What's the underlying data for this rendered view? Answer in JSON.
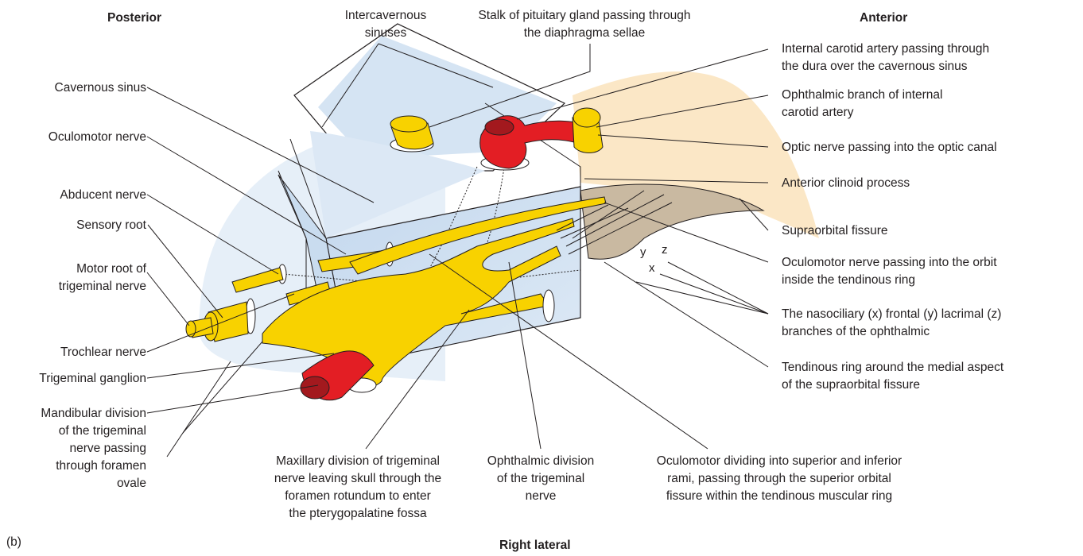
{
  "figure": {
    "panel_label": "(b)",
    "orientation": {
      "posterior": "Posterior",
      "anterior": "Anterior",
      "bottom": "Right lateral"
    },
    "colors": {
      "nerve": "#f8d200",
      "artery": "#e31e24",
      "sinus": "#c9dcef",
      "bone": "#fbe7c6",
      "fissure": "#c9b9a1"
    },
    "left_labels": [
      "Cavernous sinus",
      "Oculomotor nerve",
      "Abducent nerve",
      "Sensory root",
      "Motor root of",
      "trigeminal nerve",
      "Trochlear nerve",
      "Trigeminal ganglion",
      "Mandibular division",
      "of the trigeminal",
      "nerve passing",
      "through foramen",
      "ovale"
    ],
    "top_labels": [
      "Intercavernous",
      "sinuses",
      "Stalk of pituitary gland passing through",
      "the diaphragma sellae"
    ],
    "right_labels": [
      "Internal carotid artery passing through",
      "the dura over the cavernous sinus",
      "Ophthalmic branch of internal",
      "carotid artery",
      "Optic nerve passing into the optic canal",
      "Anterior clinoid process",
      "Supraorbital fissure",
      "Oculomotor nerve passing into the orbit",
      "inside the tendinous ring",
      "The nasociliary (x) frontal (y) lacrimal (z)",
      "branches of the ophthalmic",
      "Tendinous ring around the medial aspect",
      "of the supraorbital fissure"
    ],
    "bottom_labels": [
      "Maxillary division of trigeminal",
      "nerve leaving skull through the",
      "foramen rotundum to enter",
      "the pterygopalatine fossa",
      "Ophthalmic division",
      "of the trigeminal",
      "nerve",
      "Oculomotor dividing into superior and inferior",
      "rami, passing through the superior orbital",
      "fissure within the tendinous muscular ring"
    ],
    "branch_letters": [
      "x",
      "y",
      "z"
    ]
  }
}
